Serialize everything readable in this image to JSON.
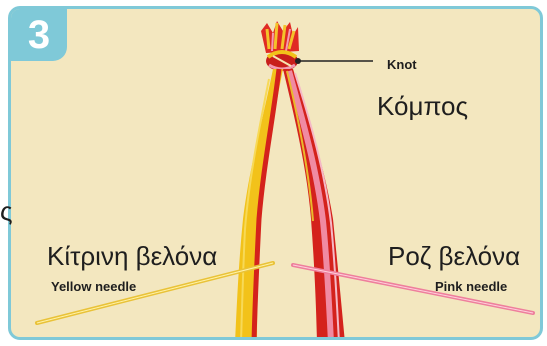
{
  "step_number": "3",
  "labels": {
    "knot_en": "Knot",
    "knot_el": "Κόμπος",
    "yellow_needle_el": "Κίτρινη βελόνα",
    "yellow_needle_en": "Yellow needle",
    "pink_needle_el": "Ροζ βελόνα",
    "pink_needle_en": "Pink needle",
    "edge_fragment": "ς"
  },
  "colors": {
    "card_background": "#f3e7bf",
    "card_border": "#7fc9d8",
    "yellow_thread": "#f2c21a",
    "red_thread": "#d4221c",
    "pink_thread": "#f08aa2",
    "yellow_needle": "#e9c238",
    "pink_needle": "#ee7f9c"
  }
}
